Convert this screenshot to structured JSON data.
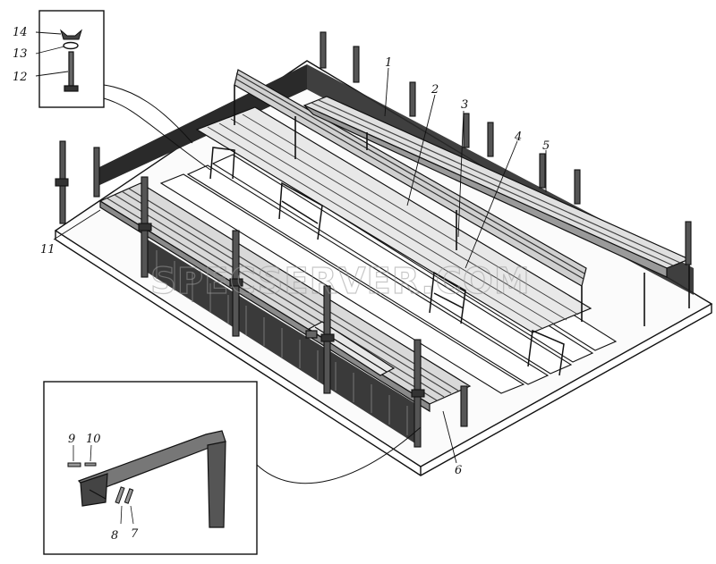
{
  "callouts": {
    "c1": "1",
    "c2": "2",
    "c3": "3",
    "c4": "4",
    "c5": "5",
    "c6": "6",
    "c7": "7",
    "c8": "8",
    "c9": "9",
    "c10": "10",
    "c11": "11",
    "c12": "12",
    "c13": "13",
    "c14": "14"
  },
  "watermark": "SPECSERVER.COM"
}
